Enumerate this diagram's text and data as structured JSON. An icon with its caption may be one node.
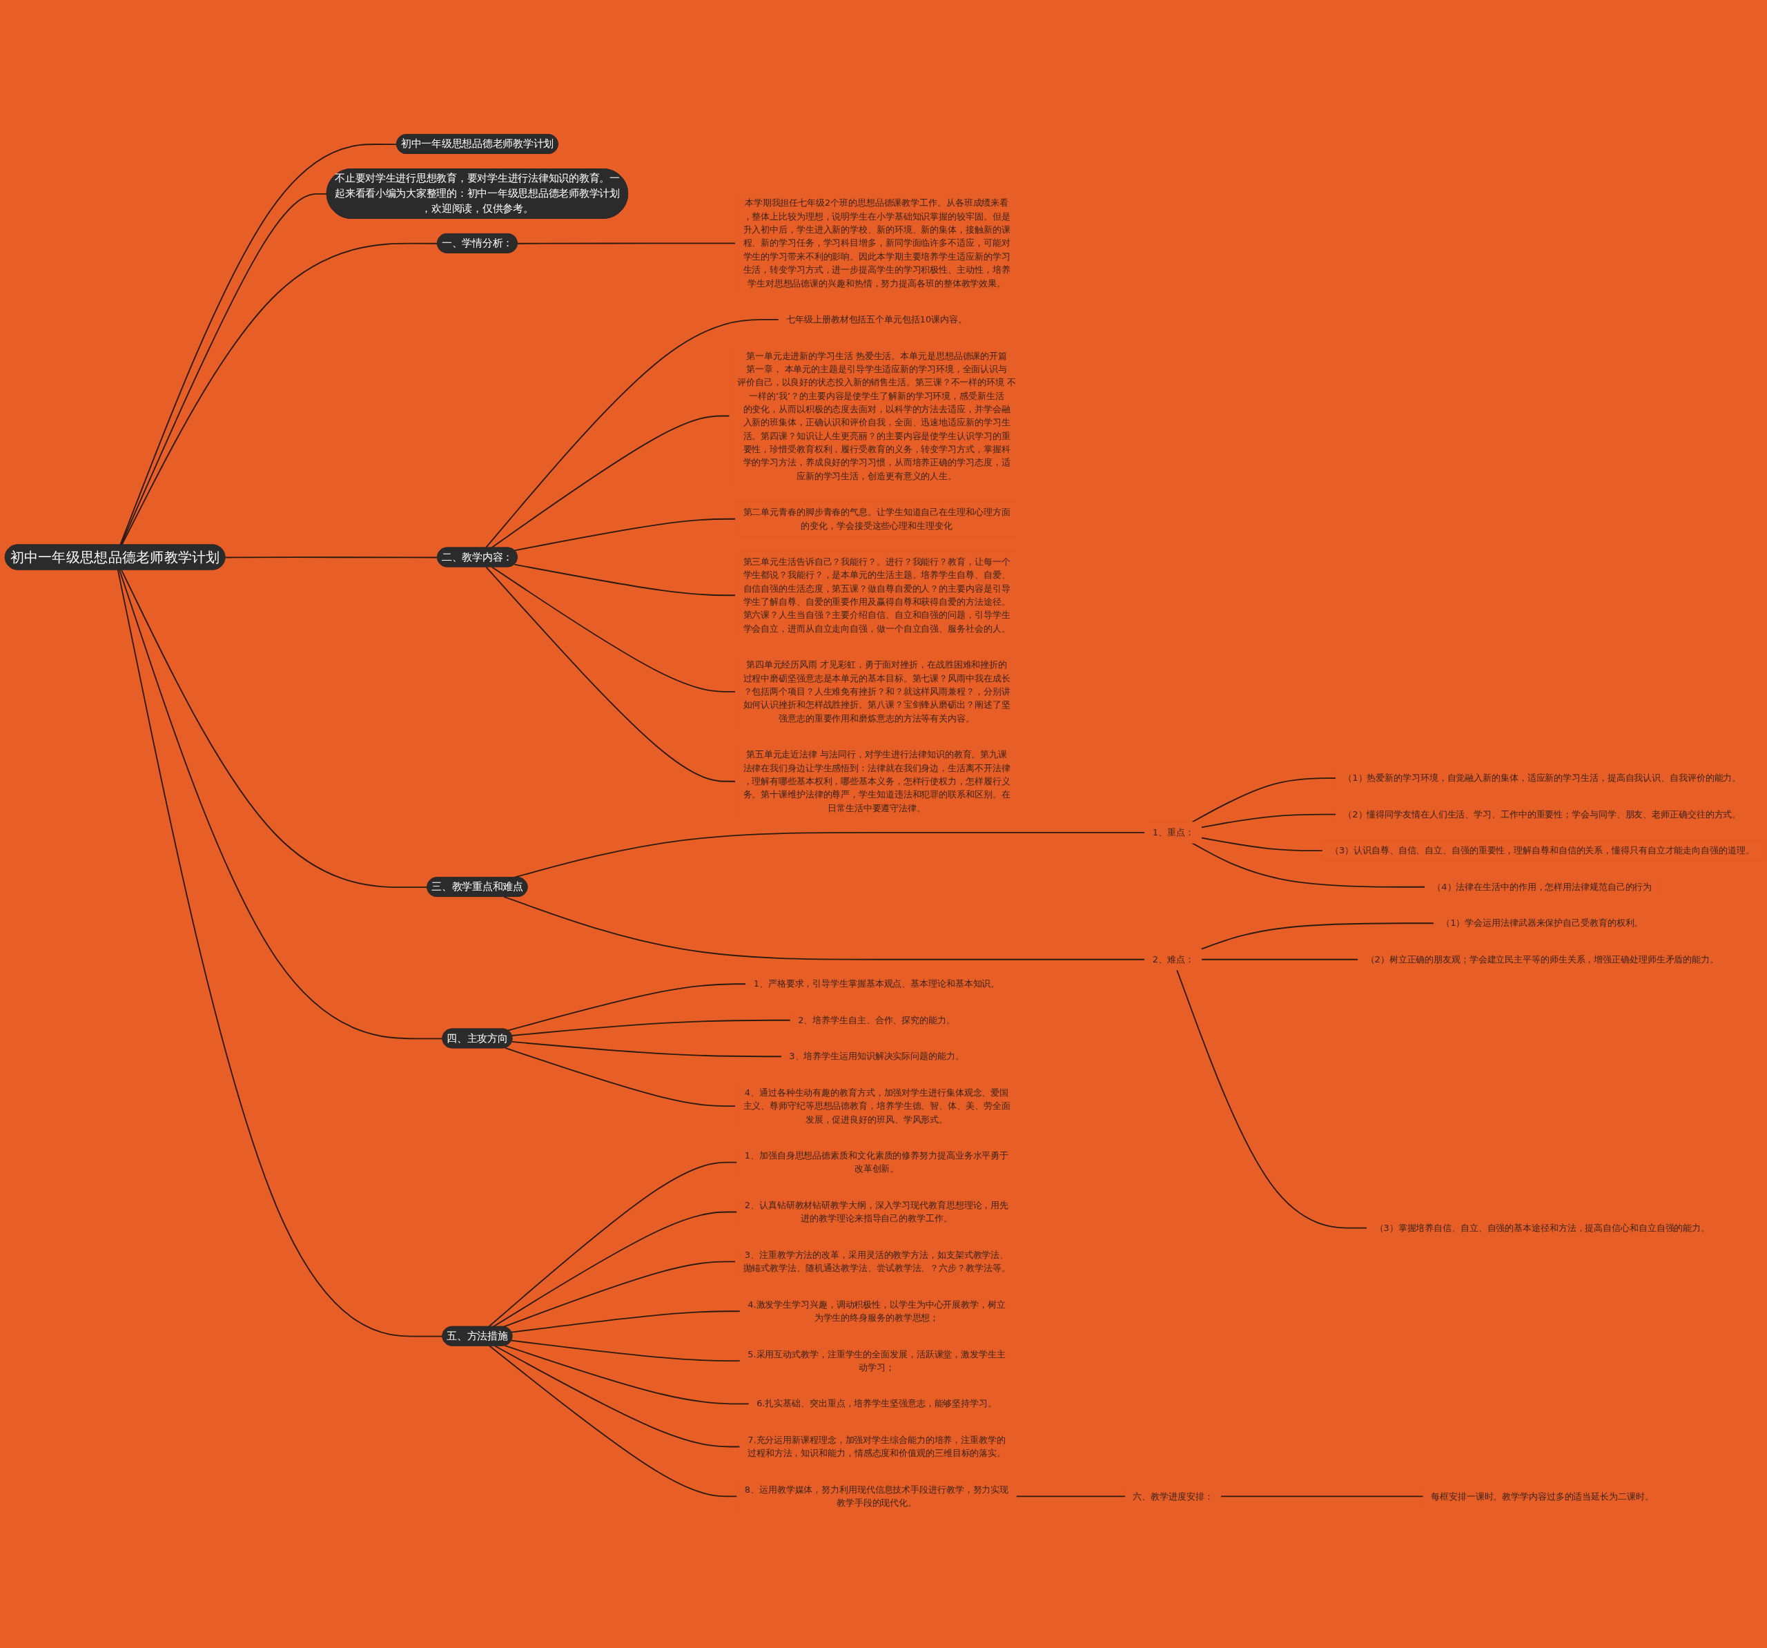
{
  "diagram": {
    "nodes": [
      {
        "text": [
          "初中一年级思想品德老师教学计划"
        ]
      },
      {
        "text": [
          "初中一年级思想品德老师教学计划"
        ]
      },
      {
        "text": [
          "不止要对学生进行思想教育，要对学生进行法律知识的教育。一起来看看小编为大家整理的：初中一年级思想品德老师教学计划，欢迎阅读，仅供参考。"
        ]
      },
      {
        "text": [
          "一、学情分析："
        ]
      },
      {
        "text": [
          "本学期我担任七年级2个班的思想品德课教学工作。从各班成绩来看，整体上比较为理想，说明学生在小学基础知识掌握的较牢固。但是升入初中后，学生进入新的学校、新的环境、新的集体，接触新的课程、新的学习任务，学习科目增多，新同学面临许多不适应，可能对学生的学习带来不利的影响。因此本学期主要培养学生适应新的学习生活，转变学习方式，进一步提高学生的学习积极性、主动性，培养学生对思想品德课的兴趣和热情，努力提高各班的整体教学效果。"
        ]
      },
      {
        "text": [
          "二、教学内容："
        ]
      },
      {
        "text": [
          "七年级上册教材包括五个单元包括10课内容。"
        ]
      },
      {
        "text": [
          "第一单元走进新的学习生活 热爱生活。本单元是思想品德课的开篇第一章， 本单元的主题是引导学生适应新的学习环境，全面认识与评价自己，以良好的状态投入新的销售生活。第三课？不一样的环境 不一样的‘我’？的主要内容是使学生了解新的学习环境，感受新生活的变化，从而以积极的态度去面对，以科学的方法去适应，并学会融入新的班集体，正确认识和评价自我，全面、迅速地适应新的学习生活。第四课？知识让人生更亮丽？的主要内容是使学生认识学习的重要性，珍惜受教育权利，履行受教育的义务，转变学习方式，掌握科学的学习方法，养成良好的学习习惯，从而培养正确的学习态度，适应新的学习生活，创造更有意义的人生。"
        ]
      },
      {
        "text": [
          "第二单元青春的脚步青春的气息。让学生知道自己在生理和心理方面的变化，学会接受这些心理和生理变化"
        ]
      },
      {
        "text": [
          "第三单元生活告诉自己？我能行？。进行？我能行？教育，让每一个学生都说？我能行？，是本单元的生活主题。培养学生自尊、自爱、自信自强的生活态度，第五课？做自尊自爱的人？的主要内容是引导学生了解自尊、自爱的重要作用及赢得自尊和获得自爱的方法途径。第六课？人生当自强？主要介绍自信、自立和自强的问题，引导学生学会自立，进而从自立走向自强，做一个自立自强、服务社会的人。"
        ]
      },
      {
        "text": [
          "第四单元经历风雨 才见彩虹，勇于面对挫折，在战胜困难和挫折的过程中磨砺坚强意志是本单元的基本目标。第七课？风雨中我在成长？包括两个项目？人生难免有挫折？和？就这样风雨兼程？，分别讲如何认识挫折和怎样战胜挫折。第八课？宝剑锋从磨砺出？阐述了坚强意志的重要作用和磨炼意志的方法等有关内容。"
        ]
      },
      {
        "text": [
          "第五单元走近法律 与法同行，对学生进行法律知识的教育。第九课法律在我们身边让学生感悟到：法律就在我们身边，生活离不开法律，理解有哪些基本权利，哪些基本义务，怎样行使权力，怎样履行义务。第十课维护法律的尊严，学生知道违法和犯罪的联系和区别。在日常生活中要遵守法律。"
        ]
      },
      {
        "text": [
          "三、教学重点和难点"
        ]
      },
      {
        "text": [
          "1、重点："
        ]
      },
      {
        "text": [
          "（1）热爱新的学习环境，自觉融入新的集体，适应新的学习生活，提高自我认识、自我评价的能力。"
        ]
      },
      {
        "text": [
          "（2）懂得同学友情在人们生活、学习、工作中的重要性；学会与同学、朋友、老师正确交往的方式。"
        ]
      },
      {
        "text": [
          "（3）认识自尊、自信、自立、自强的重要性，理解自尊和自信的关系，懂得只有自立才能走向自强的道理。"
        ]
      },
      {
        "text": [
          "（4）法律在生活中的作用，怎样用法律规范自己的行为"
        ]
      },
      {
        "text": [
          "2、难点："
        ]
      },
      {
        "text": [
          "（1）学会运用法律武器来保护自己受教育的权利。"
        ]
      },
      {
        "text": [
          "（2）树立正确的朋友观；学会建立民主平等的师生关系，增强正确处理师生矛盾的能力。"
        ]
      },
      {
        "text": [
          "（3）掌握培养自信、自立、自强的基本途径和方法，提高自信心和自立自强的能力。"
        ]
      },
      {
        "text": [
          "四、主攻方向"
        ]
      },
      {
        "text": [
          "1、严格要求，引导学生掌握基本观点、基本理论和基本知识。"
        ]
      },
      {
        "text": [
          "2、培养学生自主、合作、探究的能力。"
        ]
      },
      {
        "text": [
          "3、培养学生运用知识解决实际问题的能力。"
        ]
      },
      {
        "text": [
          "4、通过各种生动有趣的教育方式，加强对学生进行集体观念、爱国主义、尊师守纪等思想品德教育，培养学生德、智、体、美、劳全面发展，促进良好的班风、学风形式。"
        ]
      },
      {
        "text": [
          "五、方法措施"
        ]
      },
      {
        "text": [
          "1、加强自身思想品德素质和文化素质的修养努力提高业务水平勇于改革创新。"
        ]
      },
      {
        "text": [
          "2、认真钻研教材钻研教学大纲，深入学习现代教育思想理论，用先进的教学理论来指导自己的教学工作。"
        ]
      },
      {
        "text": [
          "3、注重教学方法的改革，采用灵活的教学方法，如支架式教学法、抛锚式教学法、随机通达教学法、尝试教学法、？六步？教学法等。"
        ]
      },
      {
        "text": [
          "4.激发学生学习兴趣，调动积极性，以学生为中心开展教学，树立为学生的终身服务的教学思想；"
        ]
      },
      {
        "text": [
          "5.采用互动式教学，注重学生的全面发展，活跃课堂，激发学生主动学习；"
        ]
      },
      {
        "text": [
          "6.扎实基础、突出重点，培养学生坚强意志，能够坚持学习。"
        ]
      },
      {
        "text": [
          "7.充分运用新课程理念，加强对学生综合能力的培养，注重教学的过程和方法，知识和能力，情感态度和价值观的三维目标的落实。"
        ]
      },
      {
        "text": [
          "8、运用教学媒体，努力利用现代信息技术手段进行教学，努力实现教学手段的现代化。"
        ]
      },
      {
        "text": [
          "六、教学进度安排："
        ]
      },
      {
        "text": [
          "每框安排一课时。教学学内容过多的适当延长为二课时。"
        ]
      }
    ],
    "edges": [
      {
        "from": 0,
        "to": 1,
        "arrow": "none"
      },
      {
        "from": 0,
        "to": 2,
        "arrow": "none"
      },
      {
        "from": 0,
        "to": 3,
        "arrow": "none"
      },
      {
        "from": 3,
        "to": 4,
        "arrow": "none"
      },
      {
        "from": 0,
        "to": 5,
        "arrow": "none"
      },
      {
        "from": 5,
        "to": 6,
        "arrow": "none"
      },
      {
        "from": 5,
        "to": 7,
        "arrow": "none"
      },
      {
        "from": 5,
        "to": 8,
        "arrow": "none"
      },
      {
        "from": 5,
        "to": 9,
        "arrow": "none"
      },
      {
        "from": 5,
        "to": 10,
        "arrow": "none"
      },
      {
        "from": 5,
        "to": 11,
        "arrow": "none"
      },
      {
        "from": 0,
        "to": 12,
        "arrow": "none"
      },
      {
        "from": 12,
        "to": 13,
        "arrow": "none"
      },
      {
        "from": 13,
        "to": 14,
        "arrow": "none"
      },
      {
        "from": 13,
        "to": 15,
        "arrow": "none"
      },
      {
        "from": 13,
        "to": 16,
        "arrow": "none"
      },
      {
        "from": 13,
        "to": 17,
        "arrow": "none"
      },
      {
        "from": 12,
        "to": 18,
        "arrow": "none"
      },
      {
        "from": 18,
        "to": 19,
        "arrow": "none"
      },
      {
        "from": 18,
        "to": 20,
        "arrow": "none"
      },
      {
        "from": 18,
        "to": 21,
        "arrow": "none"
      },
      {
        "from": 0,
        "to": 22,
        "arrow": "none"
      },
      {
        "from": 22,
        "to": 23,
        "arrow": "none"
      },
      {
        "from": 22,
        "to": 24,
        "arrow": "none"
      },
      {
        "from": 22,
        "to": 25,
        "arrow": "none"
      },
      {
        "from": 22,
        "to": 26,
        "arrow": "none"
      },
      {
        "from": 0,
        "to": 27,
        "arrow": "none"
      },
      {
        "from": 27,
        "to": 28,
        "arrow": "none"
      },
      {
        "from": 27,
        "to": 29,
        "arrow": "none"
      },
      {
        "from": 27,
        "to": 30,
        "arrow": "none"
      },
      {
        "from": 27,
        "to": 31,
        "arrow": "none"
      },
      {
        "from": 27,
        "to": 32,
        "arrow": "none"
      },
      {
        "from": 27,
        "to": 33,
        "arrow": "none"
      },
      {
        "from": 27,
        "to": 34,
        "arrow": "none"
      },
      {
        "from": 27,
        "to": 35,
        "arrow": "none"
      },
      {
        "from": 35,
        "to": 36,
        "arrow": "none"
      },
      {
        "from": 36,
        "to": 37,
        "arrow": "none"
      }
    ]
  }
}
